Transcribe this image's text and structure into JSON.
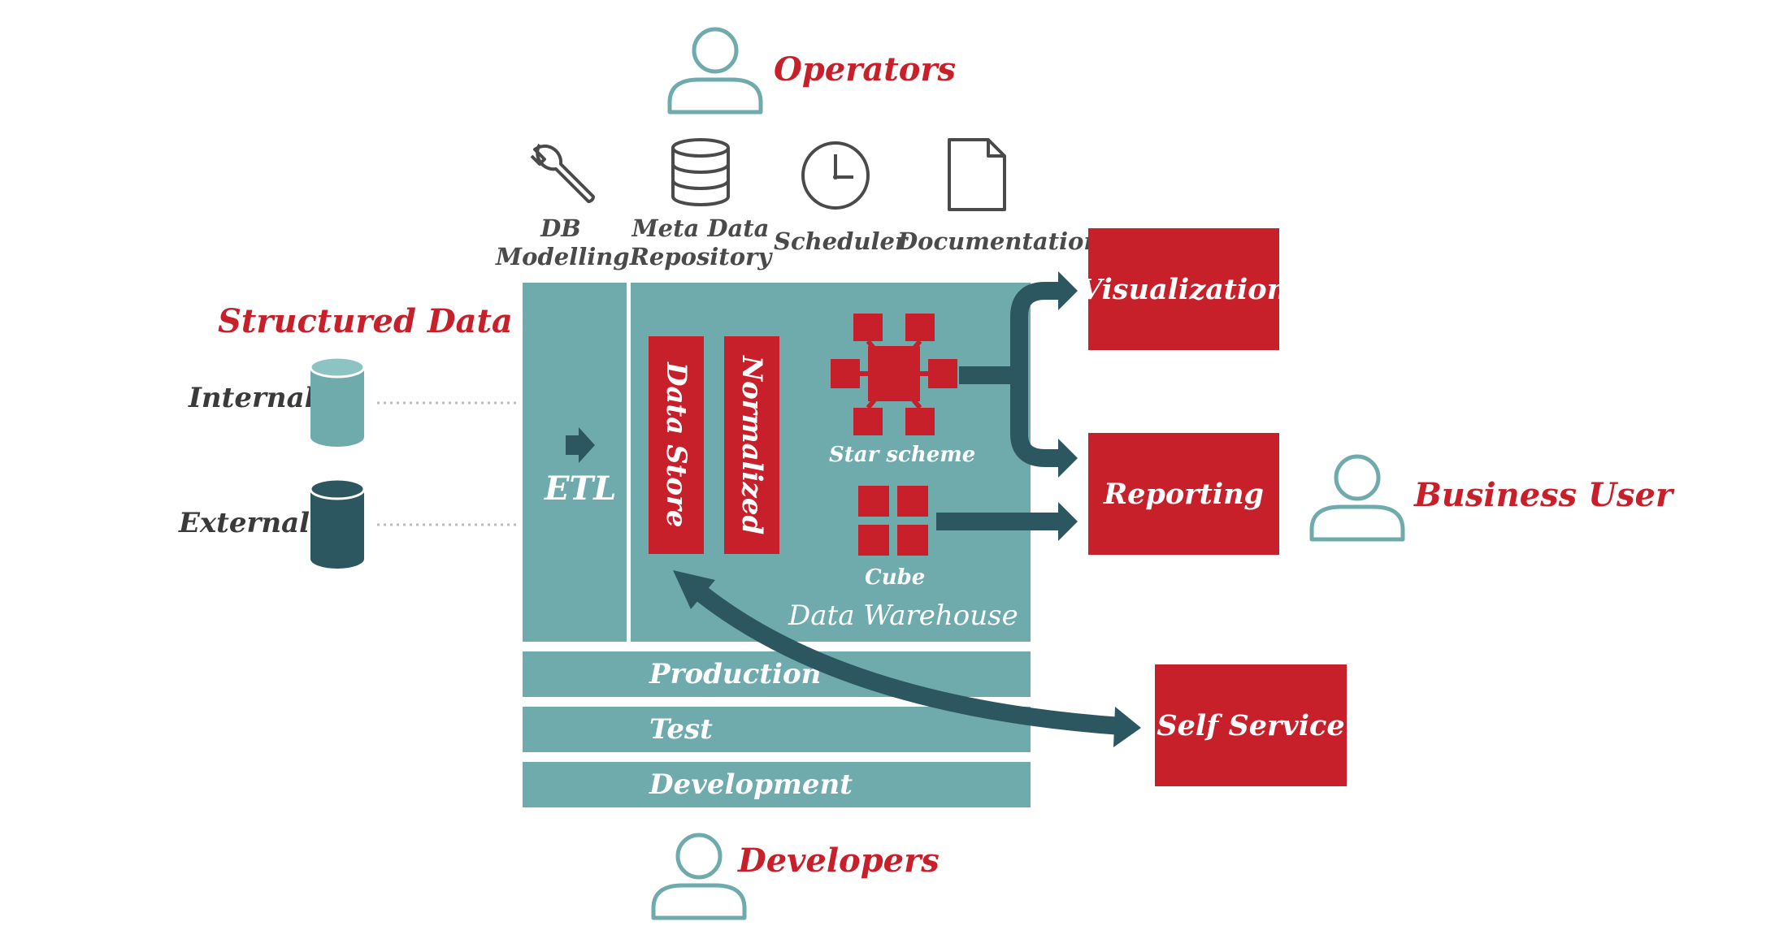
{
  "roles": {
    "operators": "Operators",
    "developers": "Developers",
    "business_user": "Business User"
  },
  "tools": [
    {
      "label": "DB\nModelling",
      "icon": "wrench-icon"
    },
    {
      "label": "Meta Data\nRepository",
      "icon": "database-icon"
    },
    {
      "label": "Scheduler",
      "icon": "clock-icon"
    },
    {
      "label": "Documentation",
      "icon": "document-icon"
    }
  ],
  "sources": {
    "title": "Structured Data",
    "internal": "Internal",
    "external": "External"
  },
  "warehouse": {
    "etl": "ETL",
    "data_store": "Data Store",
    "normalized": "Normalized",
    "star_scheme": "Star scheme",
    "cube": "Cube",
    "title": "Data Warehouse"
  },
  "environments": {
    "production": "Production",
    "test": "Test",
    "development": "Development"
  },
  "outputs": {
    "visualization": "Visualization",
    "reporting": "Reporting",
    "self_service": "Self Service"
  },
  "colors": {
    "red": "#c8202a",
    "teal": "#6fabac",
    "dark_teal": "#2c5761",
    "person_outline": "#6fabac"
  }
}
